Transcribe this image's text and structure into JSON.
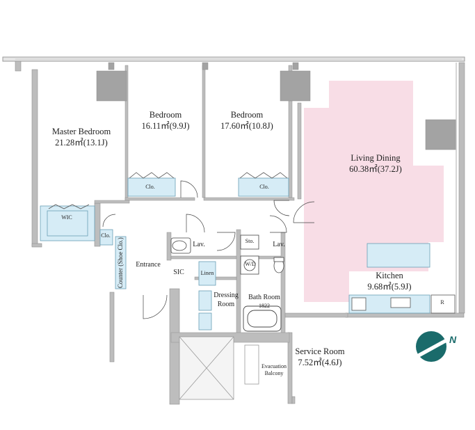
{
  "rooms": {
    "master_bedroom": {
      "name": "Master Bedroom",
      "area": "21.28㎡(13.1J)"
    },
    "bedroom_1": {
      "name": "Bedroom",
      "area": "16.11㎡(9.9J)"
    },
    "bedroom_2": {
      "name": "Bedroom",
      "area": "17.60㎡(10.8J)"
    },
    "living_dining": {
      "name": "Living Dining",
      "area": "60.38㎡(37.2J)"
    },
    "kitchen": {
      "name": "Kitchen",
      "area": "9.68㎡(5.9J)"
    },
    "service_room": {
      "name": "Service Room",
      "area": "7.52㎡(4.6J)"
    },
    "entrance": {
      "name": "Entrance"
    },
    "dressing_room": {
      "line1": "Dressing",
      "line2": "Room"
    },
    "bath_room": {
      "name": "Bath Room",
      "size": "1822"
    },
    "evacuation_balcony": {
      "line1": "Evacuation",
      "line2": "Balcony"
    }
  },
  "fixtures": {
    "wic": "WIC",
    "closet": "Clo.",
    "lavatory": "Lav.",
    "storage": "Sto.",
    "washer_dryer": "W/D",
    "sic": "SIC",
    "linen": "Linen",
    "counter": "Counter (Shoe Clo.)",
    "refrigerator": "R"
  },
  "compass": {
    "label": "N"
  },
  "colors": {
    "wall": "#bdbdbd",
    "wall_dark": "#999999",
    "living_highlight": "#f8dde6",
    "fixture_fill": "#d6ecf6",
    "fixture_stroke": "#6a9fb5",
    "compass": "#1a6b6b"
  }
}
